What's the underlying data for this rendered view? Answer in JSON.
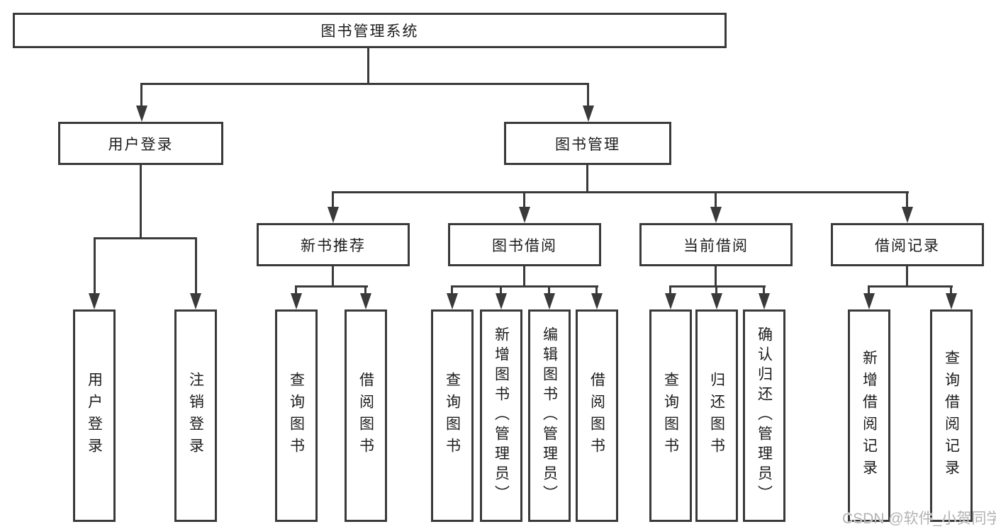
{
  "diagram_title": "图书管理系统",
  "watermark": "CSDN @软件_小贺同学",
  "colors": {
    "line": "#3a3a3a",
    "text": "#1c1c1c",
    "background": "#ffffff",
    "watermark": "#b3b3b3"
  },
  "nodes": {
    "root": {
      "label": "图书管理系统"
    },
    "user_login": {
      "label": "用户登录"
    },
    "book_management": {
      "label": "图书管理"
    },
    "new_book_recommend": {
      "label": "新书推荐"
    },
    "book_borrow": {
      "label": "图书借阅"
    },
    "current_borrow": {
      "label": "当前借阅"
    },
    "borrow_records": {
      "label": "借阅记录"
    },
    "leaf_user_login": {
      "label": "用户登录"
    },
    "leaf_logout": {
      "label": "注销登录"
    },
    "leaf_rec_query_books": {
      "label": "查询图书"
    },
    "leaf_rec_borrow_books": {
      "label": "借阅图书"
    },
    "leaf_bb_query_books": {
      "label": "查询图书"
    },
    "leaf_bb_add_books": {
      "label": "新增图书（管理员）"
    },
    "leaf_bb_edit_books": {
      "label": "编辑图书（管理员）"
    },
    "leaf_bb_borrow_books": {
      "label": "借阅图书"
    },
    "leaf_cb_query_books": {
      "label": "查询图书"
    },
    "leaf_cb_return_books": {
      "label": "归还图书"
    },
    "leaf_cb_confirm_return": {
      "label": "确认归还（管理员）"
    },
    "leaf_br_add_record": {
      "label": "新增借阅记录"
    },
    "leaf_br_query_record": {
      "label": "查询借阅记录"
    }
  },
  "tree": {
    "root": "图书管理系统",
    "children": [
      {
        "label": "用户登录",
        "children": [
          "用户登录",
          "注销登录"
        ]
      },
      {
        "label": "图书管理",
        "children": [
          {
            "label": "新书推荐",
            "children": [
              "查询图书",
              "借阅图书"
            ]
          },
          {
            "label": "图书借阅",
            "children": [
              "查询图书",
              "新增图书（管理员）",
              "编辑图书（管理员）",
              "借阅图书"
            ]
          },
          {
            "label": "当前借阅",
            "children": [
              "查询图书",
              "归还图书",
              "确认归还（管理员）"
            ]
          },
          {
            "label": "借阅记录",
            "children": [
              "新增借阅记录",
              "查询借阅记录"
            ]
          }
        ]
      }
    ]
  }
}
